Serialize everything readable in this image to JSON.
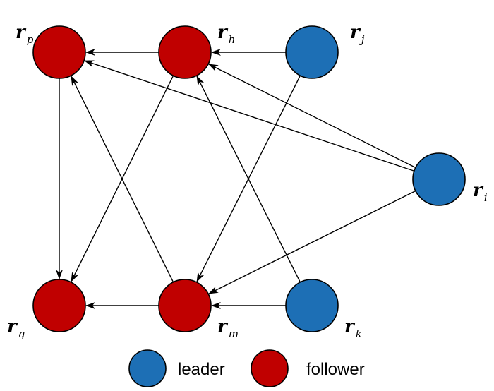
{
  "colors": {
    "leader": "#1d6fb5",
    "follower": "#c00000"
  },
  "nodes": [
    {
      "id": "p",
      "role": "follower",
      "label_main": "r",
      "label_sub": "p"
    },
    {
      "id": "h",
      "role": "follower",
      "label_main": "r",
      "label_sub": "h"
    },
    {
      "id": "j",
      "role": "leader",
      "label_main": "r",
      "label_sub": "j"
    },
    {
      "id": "i",
      "role": "leader",
      "label_main": "r",
      "label_sub": "i"
    },
    {
      "id": "q",
      "role": "follower",
      "label_main": "r",
      "label_sub": "q"
    },
    {
      "id": "m",
      "role": "follower",
      "label_main": "r",
      "label_sub": "m"
    },
    {
      "id": "k",
      "role": "leader",
      "label_main": "r",
      "label_sub": "k"
    }
  ],
  "edges": [
    {
      "from": "j",
      "to": "h"
    },
    {
      "from": "h",
      "to": "p"
    },
    {
      "from": "i",
      "to": "p"
    },
    {
      "from": "i",
      "to": "h"
    },
    {
      "from": "i",
      "to": "m"
    },
    {
      "from": "j",
      "to": "m"
    },
    {
      "from": "h",
      "to": "q"
    },
    {
      "from": "p",
      "to": "q"
    },
    {
      "from": "m",
      "to": "p"
    },
    {
      "from": "k",
      "to": "h"
    },
    {
      "from": "k",
      "to": "m"
    },
    {
      "from": "m",
      "to": "q"
    }
  ],
  "legend": {
    "leader_label": "leader",
    "follower_label": "follower"
  }
}
